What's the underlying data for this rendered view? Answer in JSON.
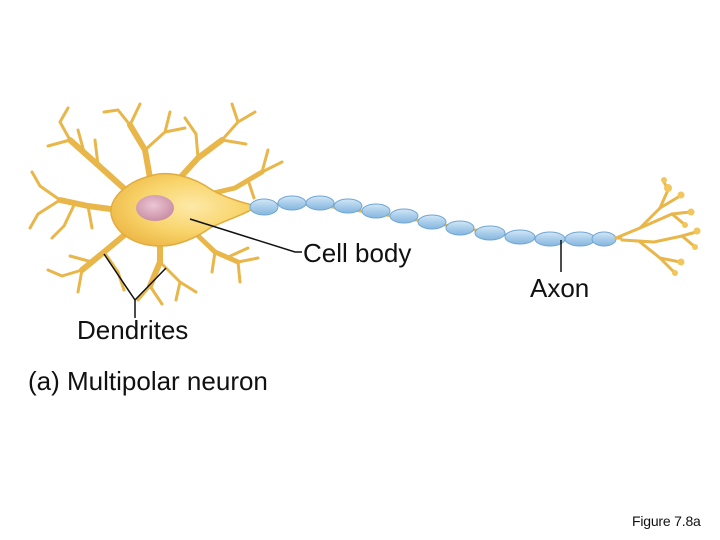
{
  "labels": {
    "cell_body": "Cell body",
    "axon": "Axon",
    "dendrites": "Dendrites",
    "caption": "(a) Multipolar neuron",
    "figure": "Figure 7.8a"
  },
  "colors": {
    "soma_fill": "#f7cf60",
    "soma_center": "#fbe6a4",
    "dendrite": "#e9b64a",
    "nucleus": "#d7a3b7",
    "myelin": "#a9cdea",
    "myelin_stroke": "#6fa6d4",
    "line": "#111111"
  }
}
